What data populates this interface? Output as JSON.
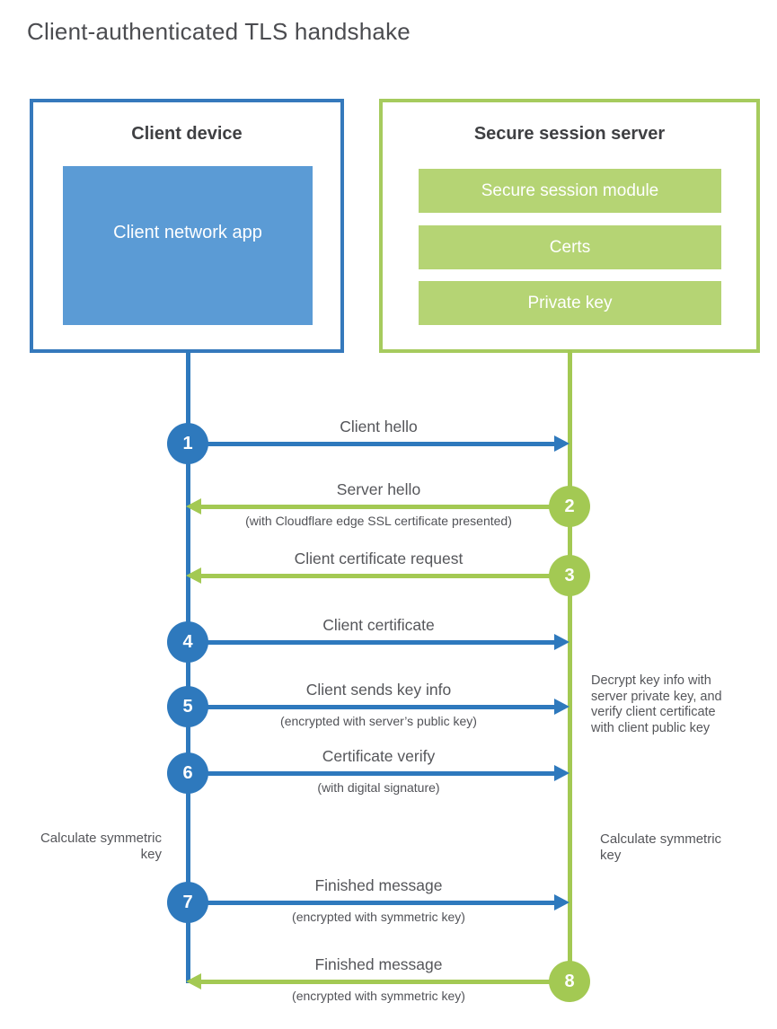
{
  "title": "Client-authenticated TLS handshake",
  "colors": {
    "client_blue": "#2e79bd",
    "client_fill": "#5b9bd5",
    "server_green": "#a3c953",
    "server_fill": "#b5d474"
  },
  "client": {
    "title": "Client device",
    "app_label": "Client network app"
  },
  "server": {
    "title": "Secure session server",
    "modules": [
      "Secure session module",
      "Certs",
      "Private key"
    ]
  },
  "steps": [
    {
      "num": "1",
      "actor": "client",
      "direction": "right",
      "label": "Client hello",
      "sublabel": ""
    },
    {
      "num": "2",
      "actor": "server",
      "direction": "left",
      "label": "Server hello",
      "sublabel": "(with Cloudflare edge SSL certificate presented)"
    },
    {
      "num": "3",
      "actor": "server",
      "direction": "left",
      "label": "Client certificate request",
      "sublabel": ""
    },
    {
      "num": "4",
      "actor": "client",
      "direction": "right",
      "label": "Client certificate",
      "sublabel": ""
    },
    {
      "num": "5",
      "actor": "client",
      "direction": "right",
      "label": "Client sends key info",
      "sublabel": "(encrypted with server’s public key)"
    },
    {
      "num": "6",
      "actor": "client",
      "direction": "right",
      "label": "Certificate verify",
      "sublabel": "(with digital signature)"
    },
    {
      "num": "7",
      "actor": "client",
      "direction": "right",
      "label": "Finished message",
      "sublabel": "(encrypted with symmetric key)"
    },
    {
      "num": "8",
      "actor": "server",
      "direction": "left",
      "label": "Finished message",
      "sublabel": "(encrypted with symmetric key)"
    }
  ],
  "annotations": {
    "decrypt_note": "Decrypt key info with server private key, and verify client certificate with client public key",
    "calculate_left": "Calculate symmetric key",
    "calculate_right": "Calculate symmetric key"
  }
}
